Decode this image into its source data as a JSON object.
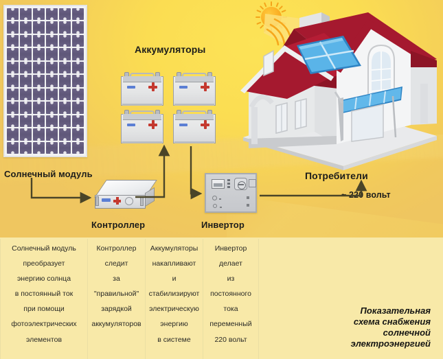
{
  "diagram": {
    "labels": {
      "solar_module": "Солнечный модуль",
      "batteries": "Аккумуляторы",
      "controller": "Контроллер",
      "inverter": "Инвертор",
      "consumers": "Потребители",
      "voltage": "~ 220 вольт"
    },
    "icons": {
      "sun": "sun-icon",
      "house": "house-icon",
      "battery": "battery-icon",
      "controller": "controller-device-icon",
      "inverter": "inverter-device-icon",
      "solar_panel": "solar-panel-icon"
    },
    "battery_signs": {
      "minus": "−",
      "plus": "+"
    },
    "battery_count": 4,
    "solar_panel_grid": {
      "columns": 6,
      "rows": 11
    },
    "colors": {
      "background_top": "#fbdd52",
      "background_bottom": "#f8e9a8",
      "roof": "#a5192f",
      "panel_cell": "#5f5779",
      "roof_solar": "#5ab4e8",
      "sun": "#f9a81c",
      "arrow": "#4a4528",
      "plus": "#c4392f",
      "minus": "#5b7fd4"
    }
  },
  "table": {
    "columns": [
      {
        "name": "solar-module-column",
        "lines": [
          "Солнечный модуль",
          "преобразует",
          "энергию солнца",
          "в постоянный ток",
          "при помощи",
          "фотоэлектрических",
          "элементов"
        ]
      },
      {
        "name": "controller-column",
        "lines": [
          "Контроллер",
          "следит",
          "за",
          "\"правильной\"",
          "зарядкой",
          "аккумуляторов"
        ]
      },
      {
        "name": "batteries-column",
        "lines": [
          "Аккумуляторы",
          "накапливают",
          "и",
          "стабилизируют",
          "электрическую",
          "энергию",
          "в системе"
        ]
      },
      {
        "name": "inverter-column",
        "lines": [
          "Инвертор",
          "делает",
          "из",
          "постоянного",
          "тока",
          "переменный",
          "220 вольт"
        ]
      }
    ]
  },
  "caption": {
    "lines": [
      "Показательная",
      "схема снабжения",
      "солнечной",
      "электроэнергией"
    ]
  }
}
